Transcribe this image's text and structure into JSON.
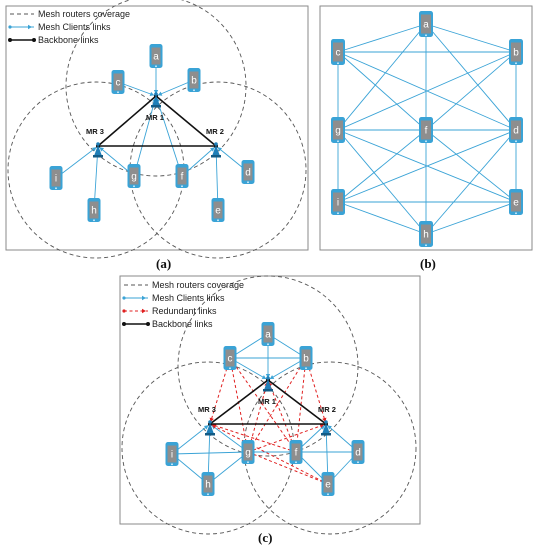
{
  "legend": {
    "coverage": "Mesh routers coverage",
    "clients": "Mesh Clients links",
    "redundant": "Redundant links",
    "backbone": "Backbone links"
  },
  "routers": {
    "mr1": "MR 1",
    "mr2": "MR 2",
    "mr3": "MR 3"
  },
  "clients": [
    "a",
    "b",
    "c",
    "d",
    "e",
    "f",
    "g",
    "h",
    "i"
  ],
  "captions": {
    "a": "(a)",
    "b": "(b)",
    "c": "(c)"
  },
  "colors": {
    "client_link": "#3aa3d6",
    "redundant_link": "#e02020",
    "backbone": "#111111",
    "device_body": "#8e8e8e",
    "device_frame": "#3aa3d6"
  }
}
